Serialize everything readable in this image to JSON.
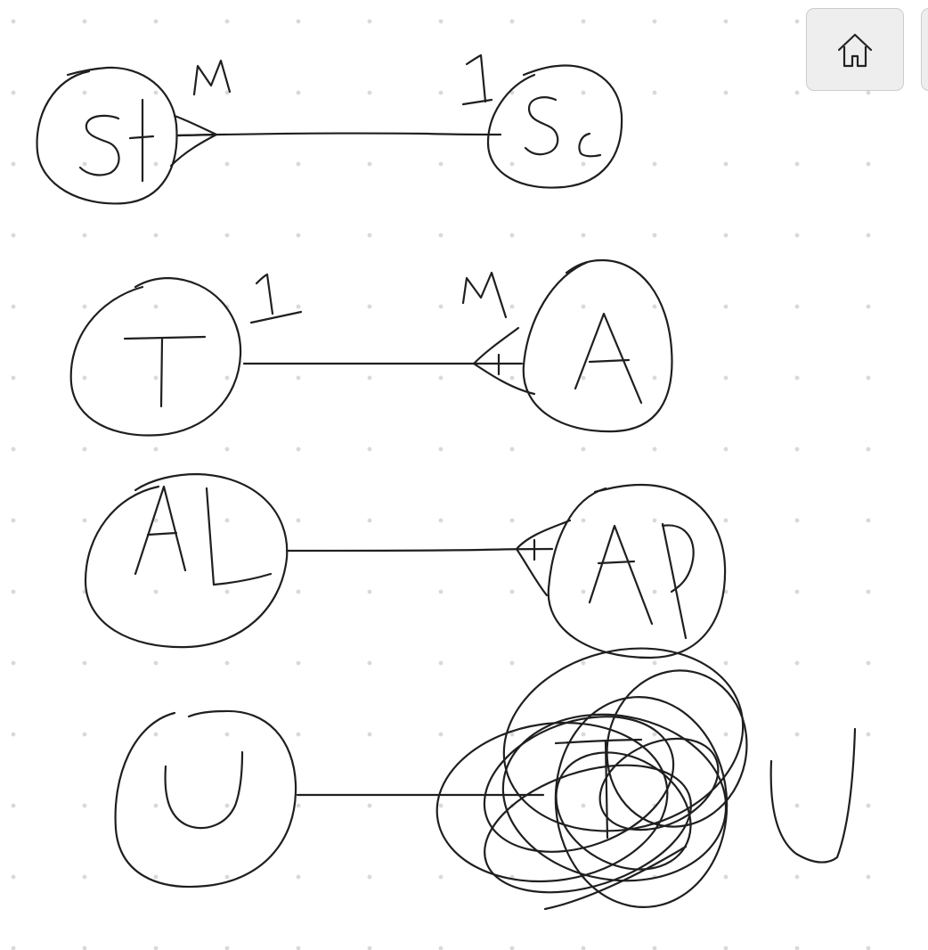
{
  "toolbar": {
    "home_icon": "home-icon"
  },
  "diagram": {
    "rows": [
      {
        "left_entity": "St",
        "right_entity": "Sc",
        "left_cardinality": "M",
        "right_cardinality": "1"
      },
      {
        "left_entity": "T",
        "right_entity": "A",
        "left_cardinality": "1",
        "right_cardinality": "M"
      },
      {
        "left_entity": "AL",
        "right_entity": "AP"
      },
      {
        "left_entity": "U",
        "right_entity": "T",
        "extra_letter": "U"
      }
    ]
  },
  "colors": {
    "ink": "#1f1f1f",
    "dot": "#d9d9d9",
    "background": "#ffffff",
    "button": "#eeeeee"
  }
}
